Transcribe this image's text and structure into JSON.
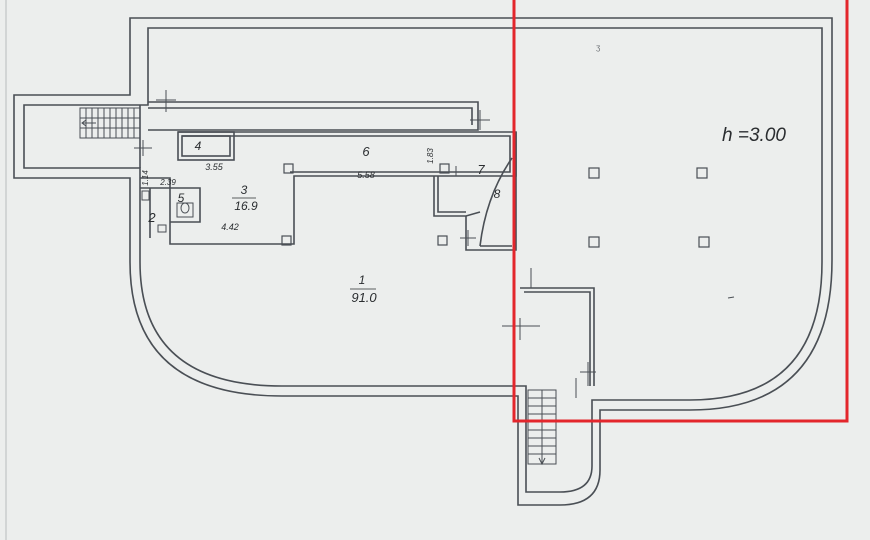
{
  "ceiling_height": "h =3.00",
  "rooms": [
    {
      "number": "1",
      "area": "91.0"
    },
    {
      "number": "2"
    },
    {
      "number": "3",
      "area": "16.9"
    },
    {
      "number": "4"
    },
    {
      "number": "5"
    },
    {
      "number": "6"
    },
    {
      "number": "7"
    },
    {
      "number": "8"
    }
  ],
  "dimensions": {
    "room4_width": "3.55",
    "room6_width": "5.58",
    "room6_depth": "1.83",
    "room2_width": "2.39",
    "room2_depth": "1.14",
    "room3_width": "4.42"
  },
  "highlight_color": "#e3262c",
  "line_color": "#4a4f55",
  "paper_color": "#eceeed"
}
